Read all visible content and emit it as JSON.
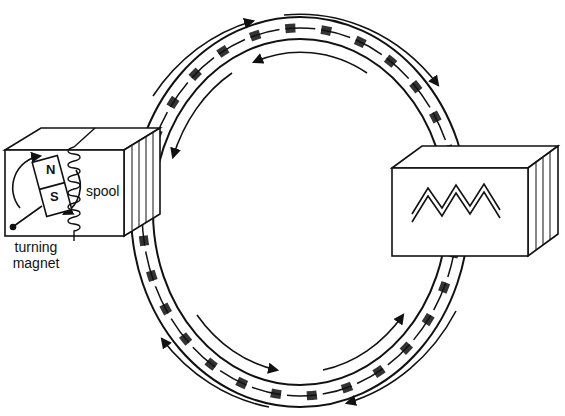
{
  "diagram": {
    "labels": [
      "N",
      "S",
      "spool",
      "turning magnet"
    ]
  }
}
